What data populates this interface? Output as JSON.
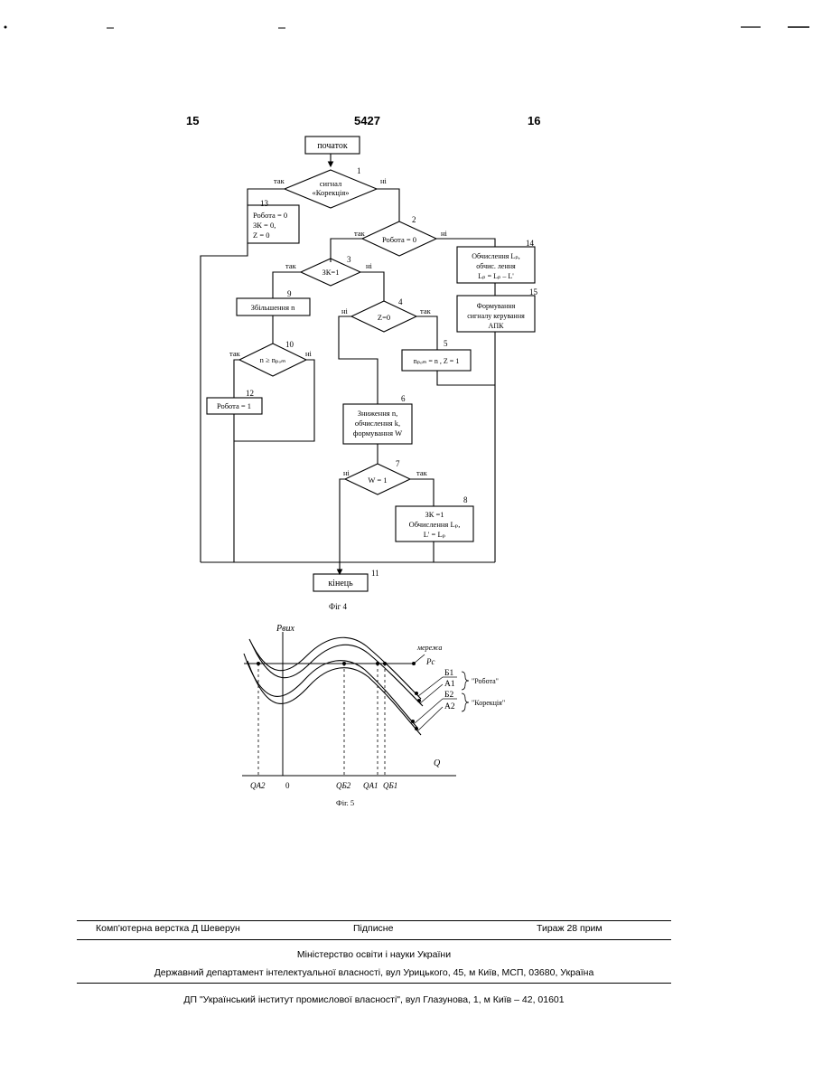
{
  "header": {
    "left_page": "15",
    "patent_number": "5427",
    "right_page": "16"
  },
  "fig4": {
    "caption": "Фіг 4",
    "start": "початок",
    "end": "кінець",
    "yes": "так",
    "no": "ні",
    "nodes": {
      "n1": {
        "num": "1",
        "l1": "сигнал",
        "l2": "«Корекція»"
      },
      "n2": {
        "num": "2",
        "text": "Робота = 0"
      },
      "n3": {
        "num": "3",
        "text": "ЗК=1"
      },
      "n4": {
        "num": "4",
        "text": "Z=0"
      },
      "n5": {
        "num": "5",
        "text": "nₚₒₘ = n , Z = 1"
      },
      "n6": {
        "num": "6",
        "l1": "Зниження n,",
        "l2": "обчислення k,",
        "l3": "формування W"
      },
      "n7": {
        "num": "7",
        "text": "W = 1"
      },
      "n8": {
        "num": "8",
        "l1": "ЗК =1",
        "l2": "Обчислення Lₚ,",
        "l3": "L' = Lₚ"
      },
      "n9": {
        "num": "9",
        "text": "Збільшення n"
      },
      "n10": {
        "num": "10",
        "text": "n ≥ nₚₒₘ"
      },
      "n11": {
        "num": "11"
      },
      "n12": {
        "num": "12",
        "text": "Робота = 1"
      },
      "n13": {
        "num": "13",
        "l1": "Робота = 0",
        "l2": "ЗК = 0,",
        "l3": "Z = 0"
      },
      "n14": {
        "num": "14",
        "l1": "Обчислення Lₚ,",
        "l2": "обчис. лення",
        "l3": "Lₚ = Lₚ – L'"
      },
      "n15": {
        "num": "15",
        "l1": "Формування",
        "l2": "сигналу керування",
        "l3": "АПК"
      }
    }
  },
  "fig5": {
    "caption": "Фіг. 5",
    "y_label": "Pвих",
    "x_label": "Q",
    "net_label": "мережа",
    "pc_label": "Pc",
    "curves": [
      "Б1",
      "А1",
      "Б2",
      "А2"
    ],
    "group_robota": "\"Робота\"",
    "group_korektsiia": "\"Корекція\"",
    "x_ticks": [
      "QA2",
      "0",
      "QБ2",
      "QA1",
      "QБ1"
    ]
  },
  "footer": {
    "compositor": "Комп'ютерна верстка Д  Шеверун",
    "subscription": "Підписне",
    "circulation": "Тираж 28 прим",
    "ministry": "Міністерство освіти і науки України",
    "department": "Державний департамент інтелектуальної власності, вул  Урицького, 45, м  Київ, МСП, 03680, Україна",
    "institute": "ДП \"Український інститут промислової власності\", вул  Глазунова, 1, м  Київ – 42, 01601"
  }
}
